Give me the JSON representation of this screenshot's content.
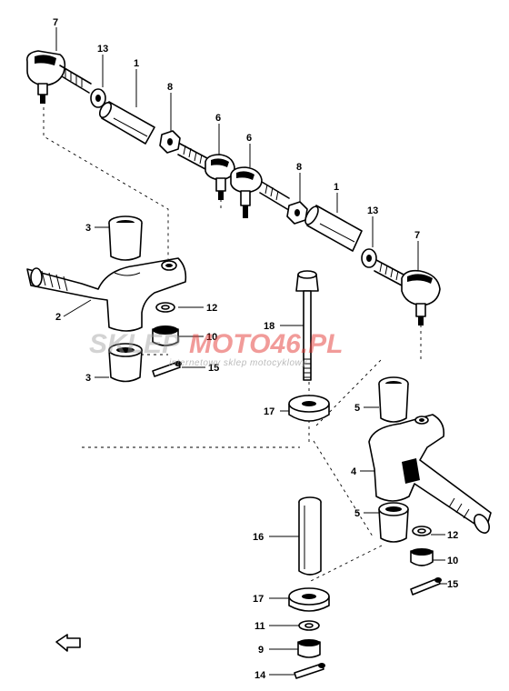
{
  "diagram": {
    "callouts": [
      {
        "id": "c7a",
        "text": "7"
      },
      {
        "id": "c13a",
        "text": "13"
      },
      {
        "id": "c1a",
        "text": "1"
      },
      {
        "id": "c8a",
        "text": "8"
      },
      {
        "id": "c6a",
        "text": "6"
      },
      {
        "id": "c6b",
        "text": "6"
      },
      {
        "id": "c8b",
        "text": "8"
      },
      {
        "id": "c1b",
        "text": "1"
      },
      {
        "id": "c13b",
        "text": "13"
      },
      {
        "id": "c7b",
        "text": "7"
      },
      {
        "id": "c3a",
        "text": "3"
      },
      {
        "id": "c2",
        "text": "2"
      },
      {
        "id": "c12a",
        "text": "12"
      },
      {
        "id": "c10a",
        "text": "10"
      },
      {
        "id": "c3b",
        "text": "3"
      },
      {
        "id": "c15a",
        "text": "15"
      },
      {
        "id": "c18",
        "text": "18"
      },
      {
        "id": "c17a",
        "text": "17"
      },
      {
        "id": "c5a",
        "text": "5"
      },
      {
        "id": "c4",
        "text": "4"
      },
      {
        "id": "c5b",
        "text": "5"
      },
      {
        "id": "c12b",
        "text": "12"
      },
      {
        "id": "c10b",
        "text": "10"
      },
      {
        "id": "c15b",
        "text": "15"
      },
      {
        "id": "c16",
        "text": "16"
      },
      {
        "id": "c17b",
        "text": "17"
      },
      {
        "id": "c11",
        "text": "11"
      },
      {
        "id": "c9",
        "text": "9"
      },
      {
        "id": "c14",
        "text": "14"
      }
    ]
  },
  "watermark": {
    "brand_grey": "SKLEP",
    "brand_red": "MOTO46.PL",
    "tagline": "internetowy sklep motocyklowy"
  },
  "colors": {
    "ink": "#000000",
    "watermark_red": "#e53935",
    "watermark_grey": "#9e9e9e"
  }
}
